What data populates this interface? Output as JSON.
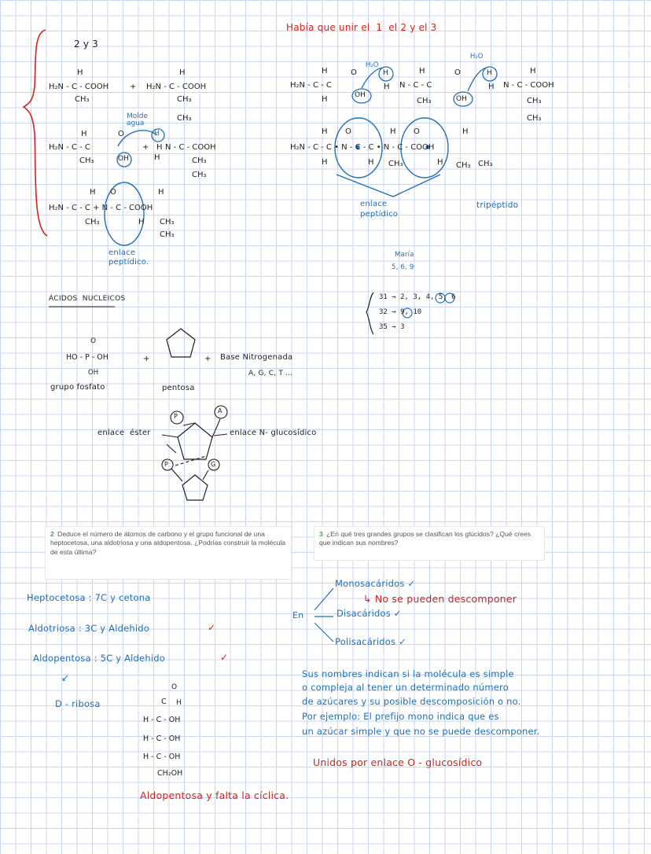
{
  "left_top": {
    "title": "2 y 3",
    "row1_a": "H₂N - C - COOH",
    "row1_a_top": "H",
    "row1_a_bot": "CH₃",
    "plus": "+",
    "row1_b": "H₂N - C - COOH",
    "row1_b_top": "H",
    "row1_b_bot1": "CH₃",
    "row1_b_bot2": "CH₃",
    "row2_left": "H₂N - C - C",
    "row2_h": "H",
    "row2_o": "O",
    "row2_ch3": "CH₃",
    "row2_oh": "OH",
    "row2_plus": "+",
    "row2_hh": "H",
    "row2_n": "N - C - COOH",
    "row2_h2": "H",
    "row2_h3": "H",
    "row2_ch3a": "CH₃",
    "row2_ch3b": "CH₃",
    "molde_label": "Molde\nagua",
    "row3": "H₂N - C - C + N - C - COOH",
    "row3_h1": "H",
    "row3_o": "O",
    "row3_h2": "H",
    "row3_ch3": "CH₃",
    "row3_h3": "H",
    "row3_ch3b": "CH₃",
    "row3_ch3c": "CH₃",
    "enlace_label": "enlace\npeptídico."
  },
  "right_top": {
    "header": "Había que unir el  1  el 2 y el 3",
    "row1": "H₂N - C - C",
    "row1_h": "H",
    "row1_h_top": "H",
    "row1_o": "O",
    "row1_oh": "OH",
    "row1_h2o": "H₂O",
    "row1_hh": "H",
    "row1_mid": "N - C - C",
    "row1_h_mid": "H",
    "row1_h_top2": "H",
    "row1_ch3_mid": "CH₃",
    "row1_o2": "O",
    "row1_oh2": "OH",
    "row1_h2o_2": "H₂O",
    "row1_hh2": "H",
    "row1_end": "N - C - COOH",
    "row1_h_end": "H",
    "row1_h_top3": "H",
    "row1_ch3_end1": "CH₃",
    "row1_ch3_end2": "CH₃",
    "row2": "H₂N - C - C • N - C - C • N - C - COOH",
    "row2_h": "H",
    "row2_hb": "H",
    "row2_o1": "O",
    "row2_h2": "H",
    "row2_o2": "O",
    "row2_h3": "H",
    "row2_hn1": "H",
    "row2_ch3_1": "CH₃",
    "row2_hn2": "H",
    "row2_ch3_2": "CH₃",
    "row2_ch3_3": "CH₃",
    "enlace_label": "enlace\npeptídico",
    "tripeptido_label": "tripéptido"
  },
  "maria": {
    "name": "María",
    "nums": "5, 6, 9",
    "line1": "31 → 2, 3, 4, 5, 6",
    "line2": "32 → 9, 10",
    "line3": "35 → 3"
  },
  "nucleic": {
    "heading": "ÁCIDOS  NUCLEICOS",
    "phosphate_o": "O",
    "phosphate": "HO - P - OH",
    "phosphate_oh": "OH",
    "plus1": "+",
    "plus2": "+",
    "base": "Base Nitrogenada",
    "bases": "A, G, C, T ...",
    "grupo_fosfato": "grupo fosfato",
    "pentosa": "pentosa",
    "p1": "P",
    "a1": "A",
    "p2": "P",
    "g1": "G",
    "enlace_ester": "enlace  éster",
    "enlace_n": "enlace N- glucosídico"
  },
  "questions": [
    {
      "num": "2",
      "text": "Deduce el número de átomos de carbono y el grupo funcional de una heptocetosa, una aldotriosa y una aldopentosa. ¿Podrías construir la molécula de esta última?"
    },
    {
      "num": "3",
      "text": "¿En qué tres grandes grupos se clasifican los glúcidos? ¿Qué crees que indican sus nombres?"
    }
  ],
  "answers_left": {
    "heptocetosa": "Heptocetosa : 7C y cetona",
    "aldotriosa": "Aldotriosa : 3C y Aldehido",
    "aldotriosa_check": "✓",
    "aldopentosa": "Aldopentosa : 5C y Aldehido",
    "aldopentosa_check": "✓",
    "arrow": "↙",
    "d_ribosa": "D - ribosa",
    "mol_o": "O",
    "mol_c": "C",
    "mol_h": "H",
    "mol_r1": "H - C - OH",
    "mol_r2": "H - C - OH",
    "mol_r3": "H - C - OH",
    "mol_end": "CH₂OH",
    "correction": "Aldopentosa y falta la cíclica."
  },
  "answers_right": {
    "en": "En",
    "mono": "Monosacáridos ✓",
    "no_desc": "↳ No se pueden descomponer",
    "di": "Disacáridos ✓",
    "poli": "Polisacáridos ✓",
    "p1": "Sus nombres indican si la molécula es simple",
    "p2": "o compleja al tener un determinado número",
    "p3": "de azúcares y su posible descomposición o no.",
    "p4": "Por ejemplo: El prefijo mono indica que es",
    "p5": "un azúcar simple y que no se puede descomponer.",
    "unidos": "Unidos por enlace O - glucosídico"
  },
  "colors": {
    "ink_black": "#1f1f1f",
    "ink_blue": "#1f6fb8",
    "ink_red": "#d2221e",
    "grid": "#c9d6f2",
    "question_num": "#4aa04a"
  }
}
